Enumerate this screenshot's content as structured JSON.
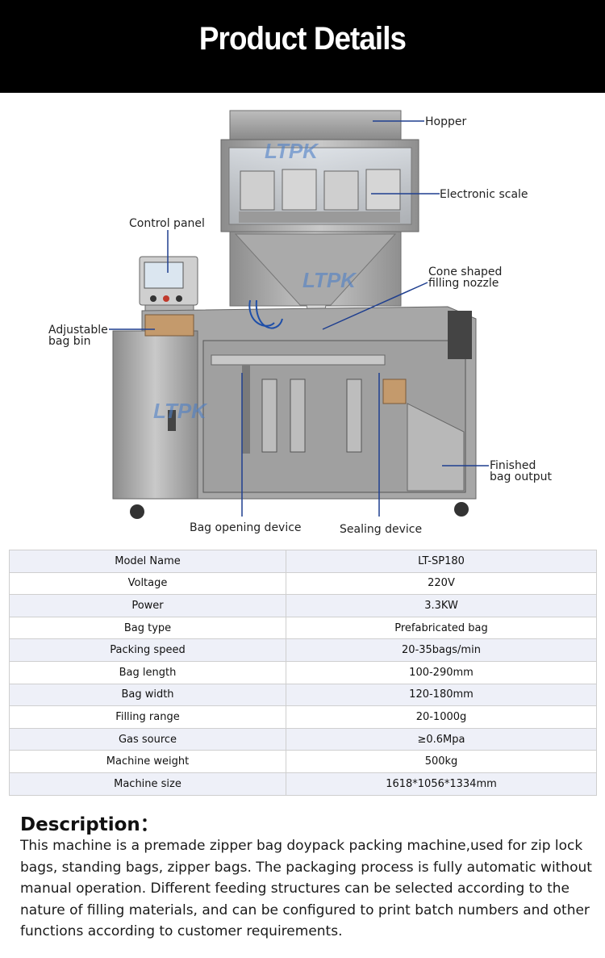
{
  "header": {
    "title": "Product Details"
  },
  "machine": {
    "logo": "LTPK",
    "callouts": {
      "hopper": "Hopper",
      "electronic_scale": "Electronic scale",
      "control_panel": "Control panel",
      "cone_line1": "Cone shaped",
      "cone_line2": "filling nozzle",
      "bag_bin_line1": "Adjustable",
      "bag_bin_line2": "bag bin",
      "finished_line1": "Finished",
      "finished_line2": "bag output",
      "bag_opening": "Bag opening device",
      "sealing": "Sealing device"
    }
  },
  "specs": [
    {
      "key": "Model Name",
      "value": "LT-SP180"
    },
    {
      "key": "Voltage",
      "value": "220V"
    },
    {
      "key": "Power",
      "value": "3.3KW"
    },
    {
      "key": "Bag type",
      "value": "Prefabricated bag"
    },
    {
      "key": "Packing speed",
      "value": "20-35bags/min"
    },
    {
      "key": "Bag length",
      "value": "100-290mm"
    },
    {
      "key": "Bag width",
      "value": "120-180mm"
    },
    {
      "key": "Filling range",
      "value": "20-1000g"
    },
    {
      "key": "Gas source",
      "value": "≥0.6Mpa"
    },
    {
      "key": "Machine weight",
      "value": "500kg"
    },
    {
      "key": "Machine size",
      "value": "1618*1056*1334mm"
    }
  ],
  "description": {
    "title": "Description：",
    "body": "This machine is a premade zipper bag doypack packing machine,used for zip lock bags, standing bags, zipper bags. The packaging process is fully automatic without manual operation. Different feeding structures can be selected according to the nature of filling materials, and can be configured to print batch numbers and other functions according to customer requirements."
  }
}
